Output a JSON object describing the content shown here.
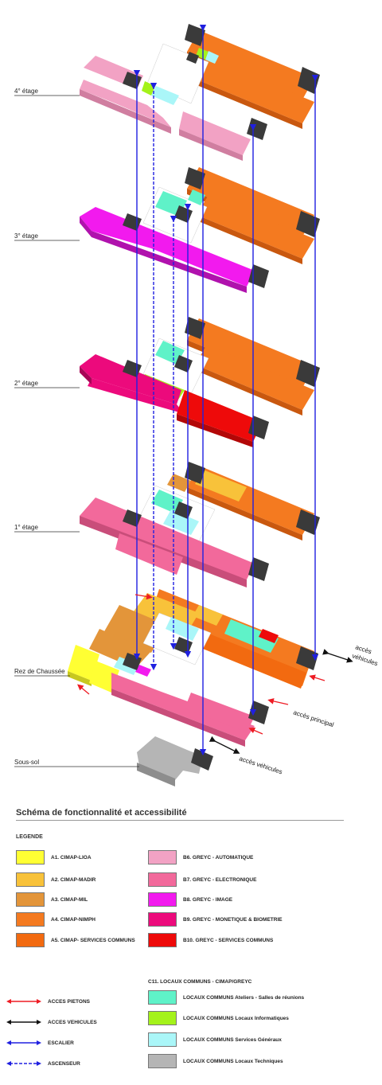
{
  "floors": [
    {
      "name": "4e",
      "label": "4° étage"
    },
    {
      "name": "3e",
      "label": "3° étage"
    },
    {
      "name": "2e",
      "label": "2° étage"
    },
    {
      "name": "1e",
      "label": "1° étage"
    },
    {
      "name": "rdc",
      "label": "Rez de Chaussée"
    },
    {
      "name": "ss",
      "label": "Sous-sol"
    }
  ],
  "access_labels": {
    "vehicules_east": [
      "accès",
      "véhicules"
    ],
    "principal": "accès principal",
    "vehicules_south": "accès véhicules"
  },
  "title": "Schéma de fonctionnalité et accessibilité",
  "legend_heading": "LEGENDE",
  "legend_left": [
    {
      "label": "A1. CIMAP-LIOA",
      "color": "#ffff33"
    },
    {
      "label": "A2. CIMAP-MADIR",
      "color": "#f8c23a"
    },
    {
      "label": "A3. CIMAP-MIL",
      "color": "#e3953a"
    },
    {
      "label": "A4. CIMAP-NIMPH",
      "color": "#f47a20"
    },
    {
      "label": "A5. CIMAP- SERVICES COMMUNS",
      "color": "#f26a10"
    }
  ],
  "legend_right": [
    {
      "label": "B6. GREYC - AUTOMATIQUE",
      "color": "#f2a2c4"
    },
    {
      "label": "B7. GREYC - ELECTRONIQUE",
      "color": "#f2699b"
    },
    {
      "label": "B8. GREYC - IMAGE",
      "color": "#f21aee"
    },
    {
      "label": "B9. GREYC - MONETIQUE & BIOMETRIE",
      "color": "#ec0a7c"
    },
    {
      "label": "B10. GREYC - SERVICES COMMUNS",
      "color": "#ee0a0a"
    }
  ],
  "common_heading": "C11. LOCAUX COMMUNS - CIMAP/GREYC",
  "legend_common": [
    {
      "label": "LOCAUX COMMUNS Ateliers - Salles de réunions",
      "color": "#5ff2c8"
    },
    {
      "label": "LOCAUX COMMUNS Locaux Informatiques",
      "color": "#a4f21a"
    },
    {
      "label": "LOCAUX COMMUNS Services Généraux",
      "color": "#aaf6f8"
    },
    {
      "label": "LOCAUX COMMUNS Locaux Techniques",
      "color": "#b5b5b5"
    }
  ],
  "arrows": [
    {
      "label": "ACCES PIETONS",
      "color": "#ee1c24"
    },
    {
      "label": "ACCES VEHICULES",
      "color": "#111111"
    },
    {
      "label": "ESCALIER",
      "color": "#2020e0"
    },
    {
      "label": "ASCENSEUR",
      "color": "#2020e0"
    }
  ]
}
